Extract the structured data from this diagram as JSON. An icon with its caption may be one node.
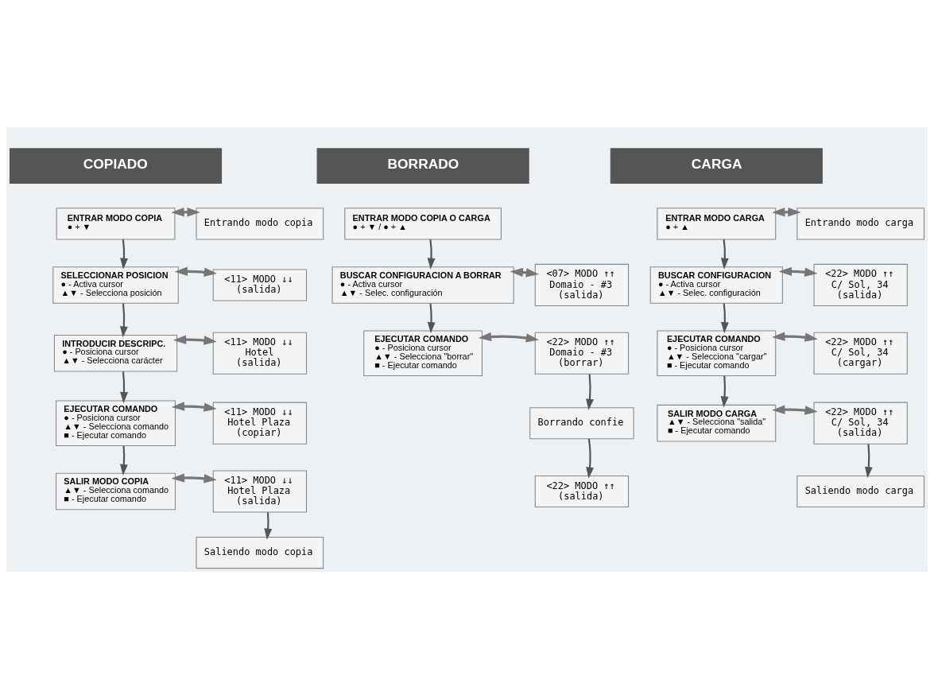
{
  "diagram": {
    "nodes": [
      {
        "text": [
          "COPIADO"
        ]
      },
      {
        "text": [
          "CARGA"
        ]
      },
      {
        "text": [
          "BORRADO"
        ]
      },
      {
        "text": [
          "ENTRAR MODO COPIA",
          "● + ▼"
        ]
      },
      {
        "text": [
          "Entrando modo copia"
        ]
      },
      {
        "text": [
          "SELECCIONAR POSICION",
          "● - Activa cursor",
          "▲▼ - Selecciona posición"
        ]
      },
      {
        "text": [
          "<11> MODO ↓↓",
          "(salida)"
        ]
      },
      {
        "text": [
          "INTRODUCIR DESCRIPC.",
          "● - Posiciona cursor",
          "▲▼ - Selecciona carácter"
        ]
      },
      {
        "text": [
          "<11> MODO ↓↓",
          "Hotel",
          "(salida)"
        ]
      },
      {
        "text": [
          "EJECUTAR COMANDO",
          "● - Posiciona cursor",
          "▲▼ - Selecciona comando",
          "■ - Ejecutar comando"
        ]
      },
      {
        "text": [
          "<11> MODO ↓↓",
          "Hotel Plaza",
          "(copiar)"
        ]
      },
      {
        "text": [
          "SALIR MODO COPIA",
          "▲▼ - Selecciona comando",
          "■ - Ejecutar comando"
        ]
      },
      {
        "text": [
          "<11> MODO ↓↓",
          "Hotel Plaza",
          "(salida)"
        ]
      },
      {
        "text": [
          "Saliendo modo copia"
        ]
      },
      {
        "text": [
          "ENTRAR MODO CARGA",
          "● + ▲"
        ]
      },
      {
        "text": [
          "Entrando modo carga"
        ]
      },
      {
        "text": [
          "BUSCAR CONFIGURACION",
          "● - Activa cursor",
          "▲▼ - Selec. configuración"
        ]
      },
      {
        "text": [
          "<22> MODO ↑↑",
          "C/ Sol, 34",
          "(salida)"
        ]
      },
      {
        "text": [
          "EJECUTAR COMANDO",
          "● - Posiciona cursor",
          "▲▼ - Selecciona \"cargar\"",
          "■ - Ejecutar comando"
        ]
      },
      {
        "text": [
          "<22> MODO ↑↑",
          "C/ Sol, 34",
          "(cargar)"
        ]
      },
      {
        "text": [
          "SALIR MODO CARGA",
          "▲▼ - Selecciona \"salida\"",
          "■ - Ejecutar comando"
        ]
      },
      {
        "text": [
          "<22> MODO ↑↑",
          "C/ Sol, 34",
          "(salida)"
        ]
      },
      {
        "text": [
          "Saliendo modo carga"
        ]
      },
      {
        "text": [
          "ENTRAR MODO COPIA O CARGA",
          "● + ▼ / ● + ▲"
        ]
      },
      {
        "text": [
          "BUSCAR CONFIGURACION A BORRAR",
          "● - Activa cursor",
          "▲▼ - Selec. configuración"
        ]
      },
      {
        "text": [
          "<07> MODO ↑↑",
          "Domaio - #3",
          "(salida)"
        ]
      },
      {
        "text": [
          "EJECUTAR COMANDO",
          "● - Posiciona cursor",
          "▲▼ - Selecciona \"borrar\"",
          "■ - Ejecutar comando"
        ]
      },
      {
        "text": [
          "<22> MODO ↑↑",
          "Domaio - #3",
          "(borrar)"
        ]
      },
      {
        "text": [
          "Borrando confie"
        ]
      },
      {
        "text": [
          "<22> MODO ↑↑",
          "(salida)"
        ]
      }
    ],
    "edges": [
      {
        "from": 3,
        "to": 4,
        "arrow": "both"
      },
      {
        "from": 3,
        "to": 5,
        "arrow": "to"
      },
      {
        "from": 5,
        "to": 6,
        "arrow": "both"
      },
      {
        "from": 5,
        "to": 7,
        "arrow": "to"
      },
      {
        "from": 7,
        "to": 8,
        "arrow": "both"
      },
      {
        "from": 7,
        "to": 9,
        "arrow": "to"
      },
      {
        "from": 9,
        "to": 10,
        "arrow": "both"
      },
      {
        "from": 9,
        "to": 11,
        "arrow": "to"
      },
      {
        "from": 11,
        "to": 12,
        "arrow": "both"
      },
      {
        "from": 12,
        "to": 13,
        "arrow": "to"
      },
      {
        "from": 14,
        "to": 15,
        "arrow": "both"
      },
      {
        "from": 14,
        "to": 16,
        "arrow": "to"
      },
      {
        "from": 16,
        "to": 17,
        "arrow": "both"
      },
      {
        "from": 16,
        "to": 18,
        "arrow": "to"
      },
      {
        "from": 18,
        "to": 19,
        "arrow": "both"
      },
      {
        "from": 18,
        "to": 20,
        "arrow": "to"
      },
      {
        "from": 20,
        "to": 21,
        "arrow": "both"
      },
      {
        "from": 21,
        "to": 22,
        "arrow": "to"
      },
      {
        "from": 23,
        "to": 24,
        "arrow": "to"
      },
      {
        "from": 24,
        "to": 25,
        "arrow": "both"
      },
      {
        "from": 24,
        "to": 26,
        "arrow": "to"
      },
      {
        "from": 26,
        "to": 27,
        "arrow": "both"
      },
      {
        "from": 27,
        "to": 28,
        "arrow": "to"
      },
      {
        "from": 28,
        "to": 29,
        "arrow": "to"
      }
    ]
  }
}
